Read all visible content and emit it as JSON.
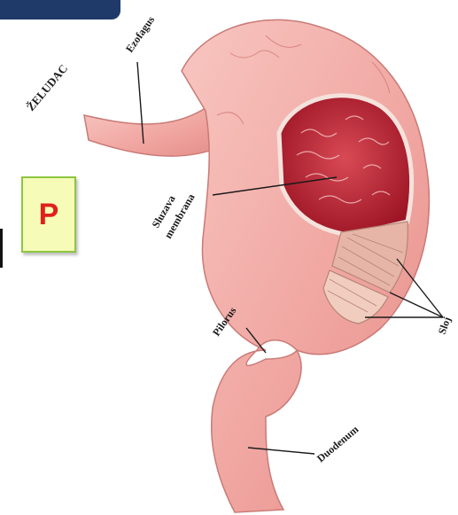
{
  "title": "ŽELUDAC",
  "badge": {
    "letter": "P"
  },
  "labels": {
    "ezofagus": "Ezofagus",
    "sluzava_line1": "Sluzava",
    "sluzava_line2": "membrana",
    "pilorus": "Pilorus",
    "duodenum": "Duodenum",
    "sloj": "Sloj"
  },
  "colors": {
    "corner_tab": "#1f3a68",
    "badge_fill": "#f6fbb8",
    "badge_border": "#8cc63f",
    "badge_letter": "#e0201b",
    "stomach": "#f2a9a4",
    "mucosa": "#b3202c"
  }
}
